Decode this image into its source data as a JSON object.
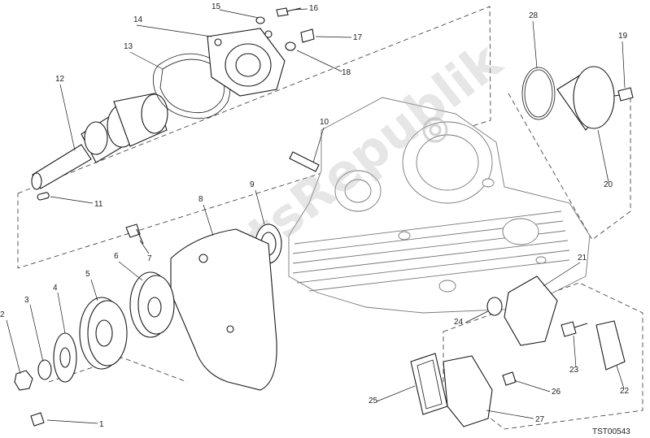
{
  "diagram": {
    "reference_code": "TST00543",
    "watermark_text": "PartsRepublik",
    "callouts": [
      {
        "id": "c1",
        "label": "1"
      },
      {
        "id": "c2",
        "label": "2"
      },
      {
        "id": "c3",
        "label": "3"
      },
      {
        "id": "c4",
        "label": "4"
      },
      {
        "id": "c5",
        "label": "5"
      },
      {
        "id": "c6",
        "label": "6"
      },
      {
        "id": "c7",
        "label": "7"
      },
      {
        "id": "c8",
        "label": "8"
      },
      {
        "id": "c9",
        "label": "9"
      },
      {
        "id": "c10",
        "label": "10"
      },
      {
        "id": "c11",
        "label": "11"
      },
      {
        "id": "c12",
        "label": "12"
      },
      {
        "id": "c13",
        "label": "13"
      },
      {
        "id": "c14",
        "label": "14"
      },
      {
        "id": "c15",
        "label": "15"
      },
      {
        "id": "c16",
        "label": "16"
      },
      {
        "id": "c17",
        "label": "17"
      },
      {
        "id": "c18",
        "label": "18"
      },
      {
        "id": "c19",
        "label": "19"
      },
      {
        "id": "c20",
        "label": "20"
      },
      {
        "id": "c21",
        "label": "21"
      },
      {
        "id": "c22",
        "label": "22"
      },
      {
        "id": "c23",
        "label": "23"
      },
      {
        "id": "c24",
        "label": "24"
      },
      {
        "id": "c25",
        "label": "25"
      },
      {
        "id": "c26",
        "label": "26"
      },
      {
        "id": "c27",
        "label": "27"
      },
      {
        "id": "c28",
        "label": "28"
      }
    ]
  }
}
